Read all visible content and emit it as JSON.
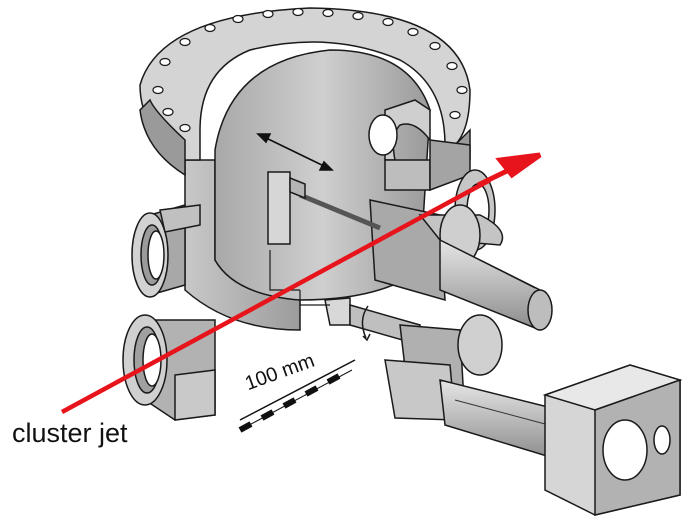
{
  "labels": {
    "cluster_jet": "cluster jet",
    "scale_bar": "100 mm"
  },
  "colors": {
    "beam": "#e8141c",
    "metal_light": "#d9d9d9",
    "metal_mid": "#b4b4b4",
    "metal_dark": "#8a8a8a",
    "outline": "#1a1a1a"
  },
  "icons": {
    "motion_arrow": "double-headed-arrow",
    "rotation_marker": "rotation-arrow"
  }
}
